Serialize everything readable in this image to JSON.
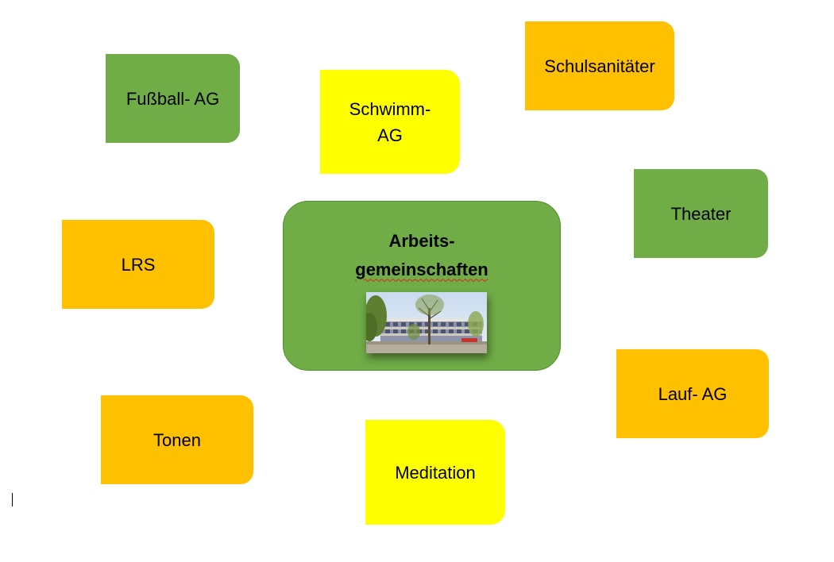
{
  "center": {
    "title_line1": "Arbeits-",
    "title_line2": "gemeinschaften",
    "image_icon": "school-building-photo"
  },
  "nodes": [
    {
      "id": "fussball",
      "label": "Fußball- AG",
      "color": "#70ad47"
    },
    {
      "id": "schwimm",
      "label_line1": "Schwimm-",
      "label_line2": "AG",
      "color": "#ffff00"
    },
    {
      "id": "schulsanitaeter",
      "label": "Schulsanitäter",
      "color": "#ffc000"
    },
    {
      "id": "theater",
      "label": "Theater",
      "color": "#70ad47"
    },
    {
      "id": "lrs",
      "label": "LRS",
      "color": "#ffc000"
    },
    {
      "id": "lauf",
      "label": "Lauf- AG",
      "color": "#ffc000"
    },
    {
      "id": "tonen",
      "label": "Tonen",
      "color": "#ffc000"
    },
    {
      "id": "meditation",
      "label": "Meditation",
      "color": "#ffff00"
    }
  ]
}
